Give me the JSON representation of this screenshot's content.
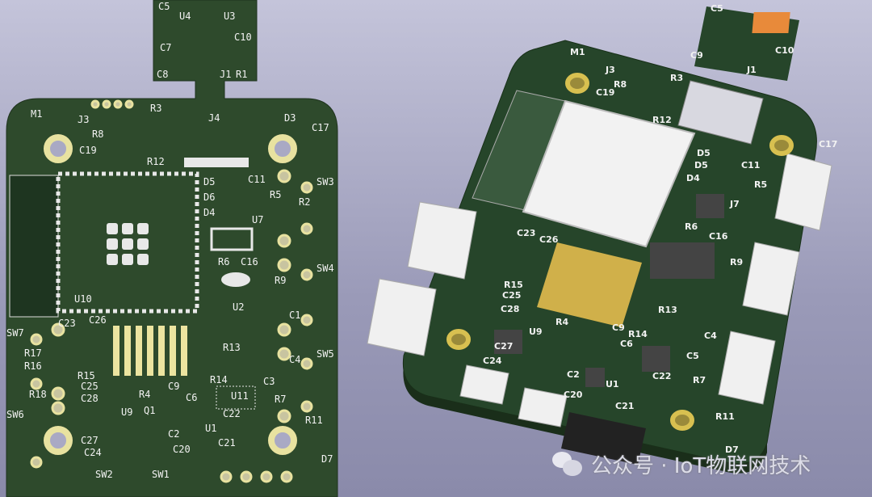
{
  "left_board": {
    "labels": [
      "C5",
      "U4",
      "U3",
      "C10",
      "C7",
      "C8",
      "J1",
      "R1",
      "M1",
      "J3",
      "R3",
      "J4",
      "D3",
      "C17",
      "R8",
      "C19",
      "R12",
      "D5",
      "C11",
      "SW3",
      "R5",
      "R2",
      "D6",
      "D4",
      "U7",
      "R6",
      "C16",
      "SW4",
      "R9",
      "U10",
      "U2",
      "C1",
      "C23",
      "C26",
      "SW7",
      "R17",
      "R16",
      "SW5",
      "R13",
      "C4",
      "R15",
      "C25",
      "R14",
      "C3",
      "C28",
      "R4",
      "C9",
      "C6",
      "U11",
      "R18",
      "R7",
      "Q1",
      "U9",
      "SW6",
      "C22",
      "R11",
      "U1",
      "C2",
      "C27",
      "C20",
      "C21",
      "D7",
      "C24",
      "SW2",
      "SW1"
    ]
  },
  "right_board": {
    "labels": [
      "M1",
      "J3",
      "R8",
      "R3",
      "C19",
      "R12",
      "C5",
      "C9",
      "J1",
      "C10",
      "C17",
      "D5",
      "D5",
      "C11",
      "D4",
      "R5",
      "J7",
      "R6",
      "C16",
      "R9",
      "C23",
      "C26",
      "R15",
      "C25",
      "C28",
      "R13",
      "C27",
      "C24",
      "R4",
      "C9",
      "R14",
      "C6",
      "C4",
      "C5",
      "U9",
      "C22",
      "C2",
      "U1",
      "C20",
      "C21",
      "R7",
      "R11",
      "D7"
    ]
  },
  "colors": {
    "board": "#2e4a2c",
    "copper_pad": "#e8e2a0",
    "silkscreen": "#f2f2f2",
    "background": "#9a9ab8"
  },
  "watermark": {
    "icon": "wechat-icon",
    "text": "公众号 · IoT物联网技术"
  }
}
